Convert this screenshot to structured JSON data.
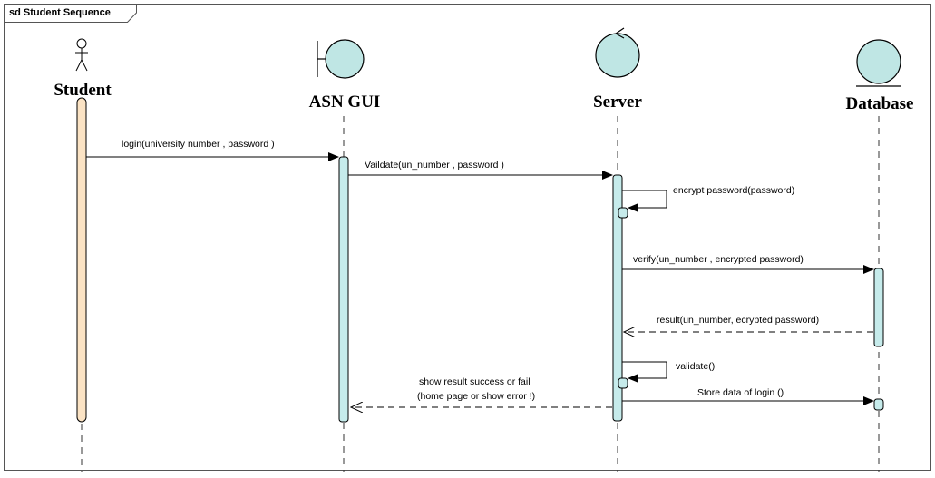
{
  "frame": {
    "title": "sd Student Sequence"
  },
  "colors": {
    "actor_activation": "#fbe3c4",
    "activation": "#c6ebeb",
    "participant_fill": "#bfe6e4",
    "line": "#000000",
    "lifeline": "#333333"
  },
  "participants": [
    {
      "id": "student",
      "name": "Student",
      "kind": "actor"
    },
    {
      "id": "gui",
      "name": "ASN GUI",
      "kind": "boundary"
    },
    {
      "id": "server",
      "name": "Server",
      "kind": "control"
    },
    {
      "id": "db",
      "name": "Database",
      "kind": "entity"
    }
  ],
  "messages": [
    {
      "id": "m1",
      "label": "login(university number , password )",
      "from": "student",
      "to": "gui",
      "type": "sync"
    },
    {
      "id": "m2",
      "label": "Vaildate(un_number  , password )",
      "from": "gui",
      "to": "server",
      "type": "sync"
    },
    {
      "id": "m3",
      "label": "encrypt password(password)",
      "from": "server",
      "to": "server",
      "type": "self"
    },
    {
      "id": "m4",
      "label": "verify(un_number  , encrypted password)",
      "from": "server",
      "to": "db",
      "type": "sync"
    },
    {
      "id": "m5",
      "label": "result(un_number, ecrypted password)",
      "from": "db",
      "to": "server",
      "type": "return"
    },
    {
      "id": "m6",
      "label": "validate()",
      "from": "server",
      "to": "server",
      "type": "self"
    },
    {
      "id": "m7",
      "label_lines": [
        "show result success or fail",
        "(home page or  show error !)"
      ],
      "from": "server",
      "to": "gui",
      "type": "return"
    },
    {
      "id": "m8",
      "label": "Store data of  login ()",
      "from": "server",
      "to": "db",
      "type": "sync"
    }
  ]
}
